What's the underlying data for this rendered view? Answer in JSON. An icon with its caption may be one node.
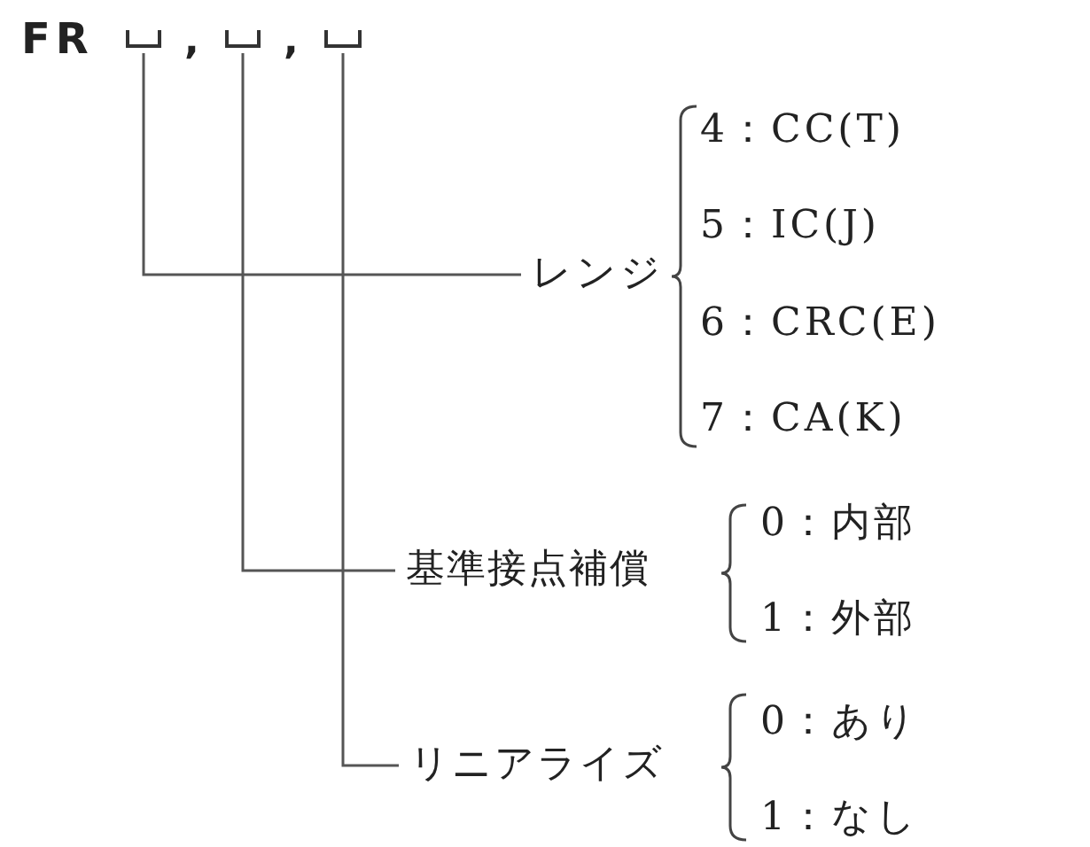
{
  "diagram": {
    "nodes": [
      {
        "text": [],
        "shape": "box"
      },
      {
        "text": [],
        "shape": "box"
      },
      {
        "text": [],
        "shape": "box"
      },
      {
        "text": [
          "レンジ"
        ]
      },
      {
        "text": [
          "基準接点補償"
        ]
      },
      {
        "text": [
          "リニアライズ"
        ]
      }
    ],
    "edges": [
      {
        "from": 0,
        "to": 3,
        "arrow": "none"
      },
      {
        "from": 1,
        "to": 4,
        "arrow": "none"
      },
      {
        "from": 2,
        "to": 5,
        "arrow": "none"
      }
    ],
    "labels": [
      "FR",
      ",",
      ",",
      "4：CC(T)",
      "5：IC(J)",
      "6：CRC(E)",
      "7：CA(K)",
      "0：内部",
      "1：外部",
      "0：あり",
      "1：なし"
    ]
  }
}
